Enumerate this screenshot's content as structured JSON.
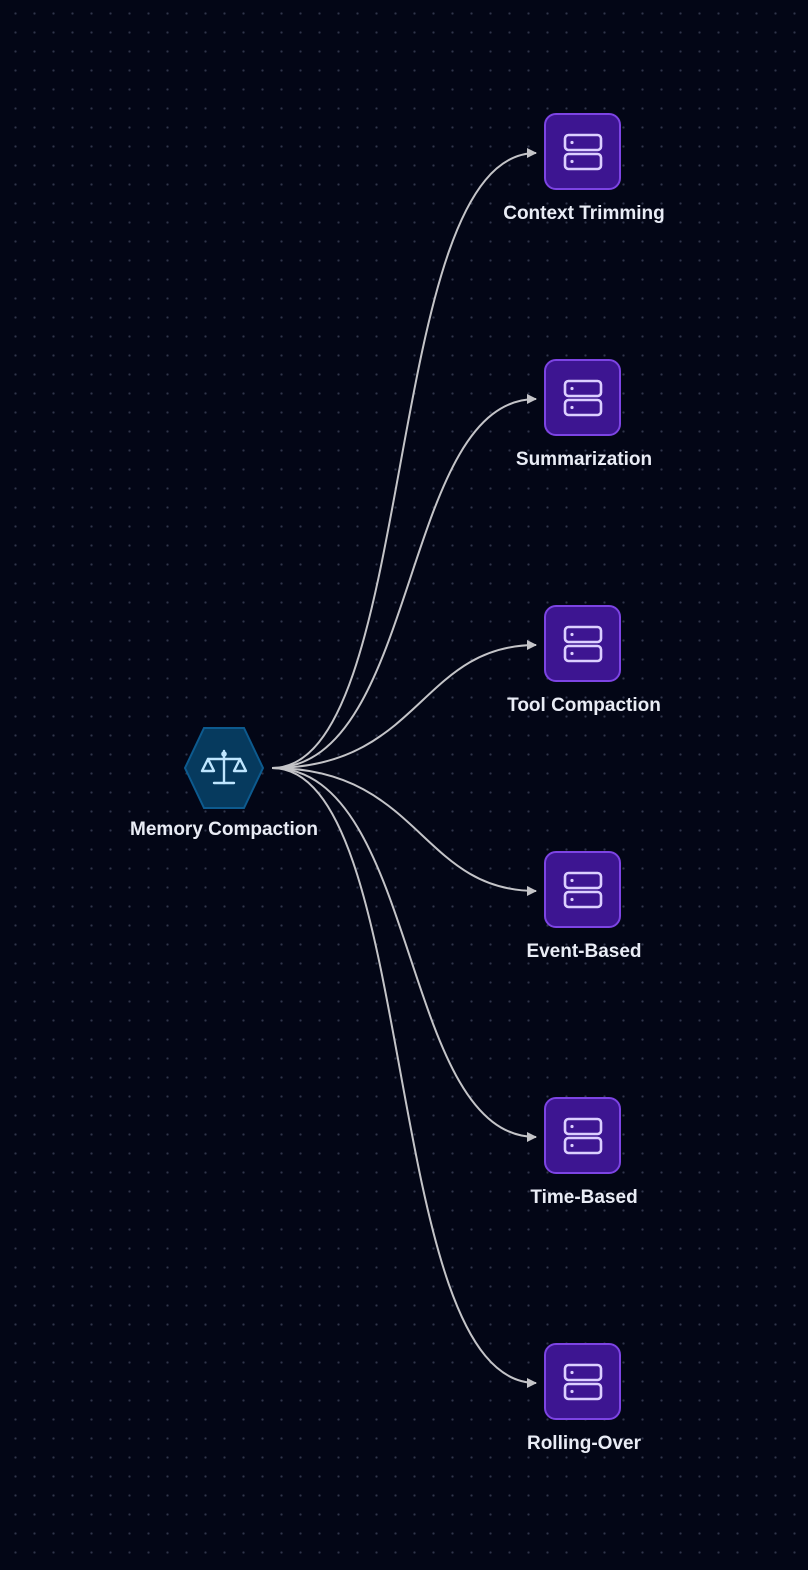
{
  "diagram": {
    "source": {
      "label": "Memory Compaction",
      "icon": "scale-icon",
      "fill_color": "#063a5e",
      "border_color": "#0d5a8e",
      "icon_color": "#bfe6ff"
    },
    "targets": [
      {
        "label": "Context Trimming",
        "icon": "server-icon"
      },
      {
        "label": "Summarization",
        "icon": "server-icon"
      },
      {
        "label": "Tool Compaction",
        "icon": "server-icon"
      },
      {
        "label": "Event-Based",
        "icon": "server-icon"
      },
      {
        "label": "Time-Based",
        "icon": "server-icon"
      },
      {
        "label": "Rolling-Over",
        "icon": "server-icon"
      }
    ],
    "colors": {
      "background": "#030616",
      "target_fill": "#3d1591",
      "target_border": "#7d44e4",
      "target_icon": "#dccfff",
      "edge": "#c4c4c8",
      "label": "#e9ecf5"
    }
  }
}
